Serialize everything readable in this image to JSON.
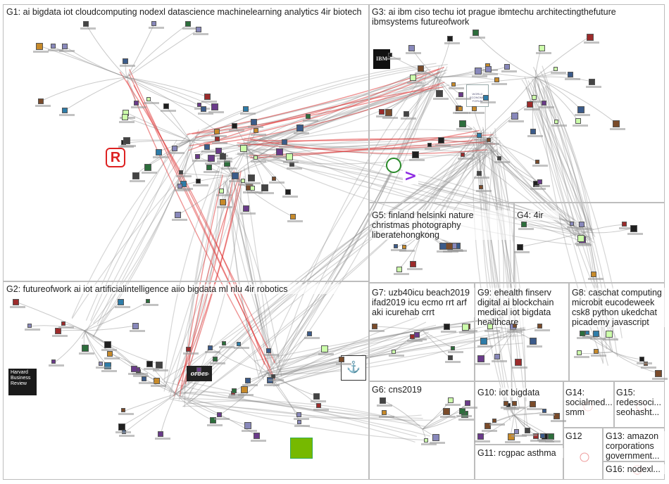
{
  "groups": [
    {
      "id": "G1",
      "label": "G1: ai bigdata iot cloudcomputing nodexl datascience machinelearning analytics 4ir biotech"
    },
    {
      "id": "G2",
      "label": "G2: futureofwork ai iot artificialintelligence aiio bigdata ml nlu 4ir robotics"
    },
    {
      "id": "G3",
      "label": "G3: ai ibm ciso techu iot prague ibmtechu architectingthefuture ibmsystems futureofwork"
    },
    {
      "id": "G4",
      "label": "G4: 4ir"
    },
    {
      "id": "G5",
      "label": "G5: finland helsinki nature christmas photography liberatehongkong"
    },
    {
      "id": "G6",
      "label": "G6: cns2019"
    },
    {
      "id": "G7",
      "label": "G7: uzb40icu beach2019 ifad2019 icu ecmo rrt arf aki icurehab crrt"
    },
    {
      "id": "G8",
      "label": "G8: caschat computing microbit eucodeweek csk8 python ukedchat picademy javascript"
    },
    {
      "id": "G9",
      "label": "G9: ehealth finserv digital ai blockchain medical iot bigdata healthcare"
    },
    {
      "id": "G10",
      "label": "G10: iot bigdata"
    },
    {
      "id": "G11",
      "label": "G11: rcgpac asthma"
    },
    {
      "id": "G12",
      "label": "G12"
    },
    {
      "id": "G13",
      "label": "G13: amazon corporations government..."
    },
    {
      "id": "G14",
      "label": "G14: socialmed... smm"
    },
    {
      "id": "G15",
      "label": "G15: redessoci... seohasht..."
    },
    {
      "id": "G16",
      "label": "G16: nodexl..."
    }
  ],
  "logos": {
    "r_logo": "R",
    "hbr": "Harvard Business Review",
    "forbes": "orbes",
    "ibm": "IBM",
    "wef": "WORLD ECONOMIC FORUM",
    "arrow": ">",
    "navy": "⚓"
  },
  "colors": {
    "edge_gray": "#8a8a8a",
    "edge_red": "#e03a3a",
    "box_border": "#bdbdbd"
  }
}
